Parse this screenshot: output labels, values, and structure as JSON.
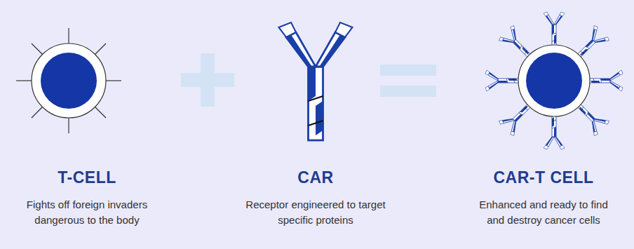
{
  "diagram": {
    "nodes": [
      {
        "text": [
          "T-CELL",
          "Fights off foreign invaders dangerous to the body"
        ]
      },
      {
        "text": [
          "CAR",
          "Receptor engineered to target specific proteins"
        ]
      },
      {
        "text": [
          "CAR-T CELL",
          "Enhanced and ready to find and destroy cancer cells"
        ]
      }
    ]
  }
}
